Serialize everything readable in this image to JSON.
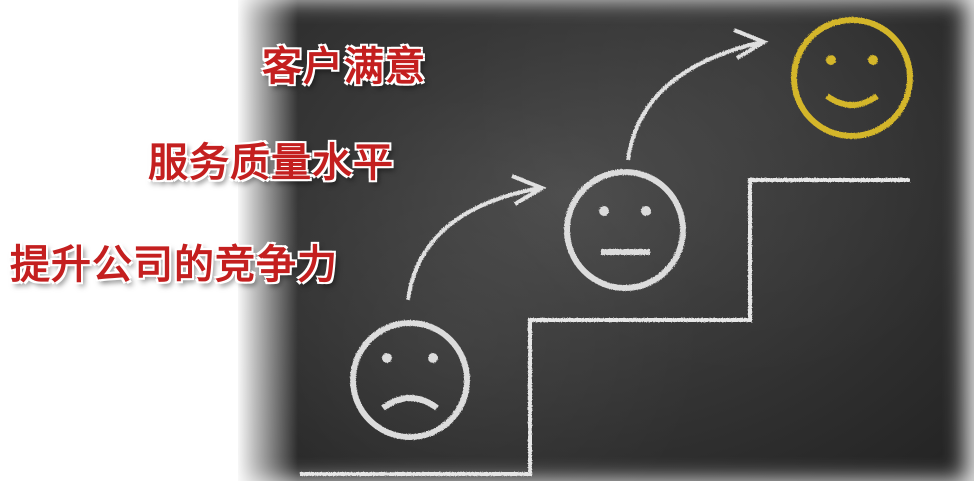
{
  "labels": {
    "customer_satisfaction": "客户满意",
    "service_quality": "服务质量水平",
    "competitiveness": "提升公司的竞争力"
  },
  "faces": [
    {
      "expression": "sad",
      "color": "#d9d9d9"
    },
    {
      "expression": "neutral",
      "color": "#d9d9d9"
    },
    {
      "expression": "happy",
      "color": "#d4b62a"
    }
  ],
  "colors": {
    "label_text": "#c41f1f",
    "chalkboard": "#333333",
    "chalk": "#e6e6e6"
  }
}
